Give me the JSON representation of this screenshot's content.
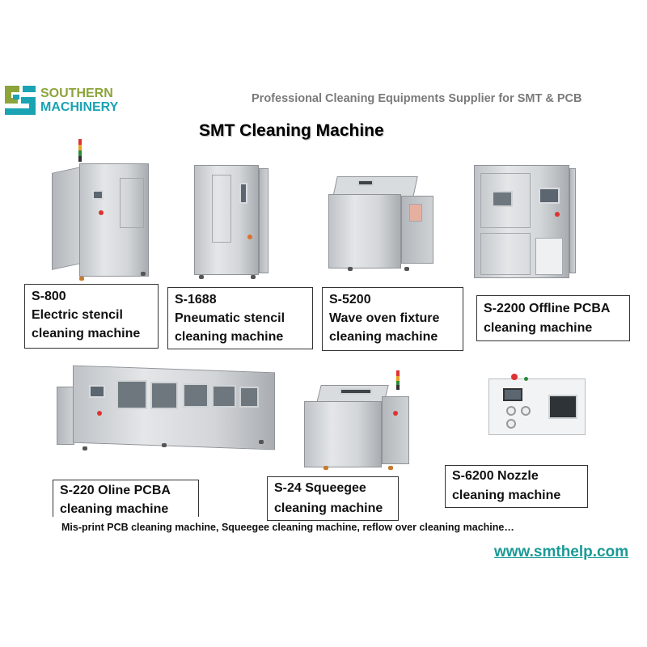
{
  "header": {
    "logo": {
      "line1": "SOUTHERN",
      "line2": "MACHINERY",
      "colors": {
        "green": "#8ca43a",
        "teal": "#1aa3b3"
      }
    },
    "tagline": "Professional Cleaning Equipments Supplier for SMT & PCB"
  },
  "page_title": "SMT Cleaning Machine",
  "machines": [
    {
      "model": "S-800",
      "line1": "S-800",
      "line2": "Electric stencil",
      "line3": "cleaning machine"
    },
    {
      "model": "S-1688",
      "line1": "S-1688",
      "line2": "Pneumatic stencil",
      "line3": "cleaning machine"
    },
    {
      "model": "S-5200",
      "line1": "S-5200",
      "line2": "Wave oven  fixture",
      "line3": "cleaning machine"
    },
    {
      "model": "S-2200",
      "line1": "S-2200 Offline PCBA",
      "line2": "cleaning machine"
    },
    {
      "model": "S-220",
      "line1": "S-220 Oline PCBA",
      "line2": "cleaning machine"
    },
    {
      "model": "S-24",
      "line1": "S-24 Squeegee",
      "line2": "cleaning machine"
    },
    {
      "model": "S-6200",
      "line1": "S-6200 Nozzle",
      "line2": "cleaning machine"
    }
  ],
  "footer": {
    "note": "Mis-print PCB cleaning machine, Squeegee cleaning machine, reflow over cleaning machine…",
    "url": "www.smthelp.com",
    "url_color": "#1a9a96"
  }
}
